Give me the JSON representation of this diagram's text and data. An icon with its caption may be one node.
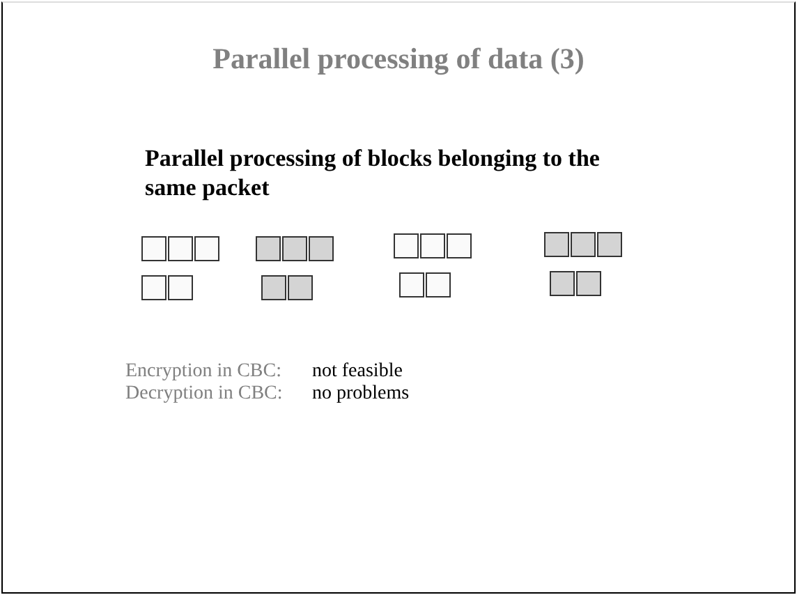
{
  "diagram": {
    "title": "Parallel processing of data (3)",
    "labels": [
      "Parallel processing of blocks belonging to the same packet",
      "Encryption in CBC:",
      "not feasible",
      "Decryption in CBC:",
      "no problems"
    ]
  }
}
